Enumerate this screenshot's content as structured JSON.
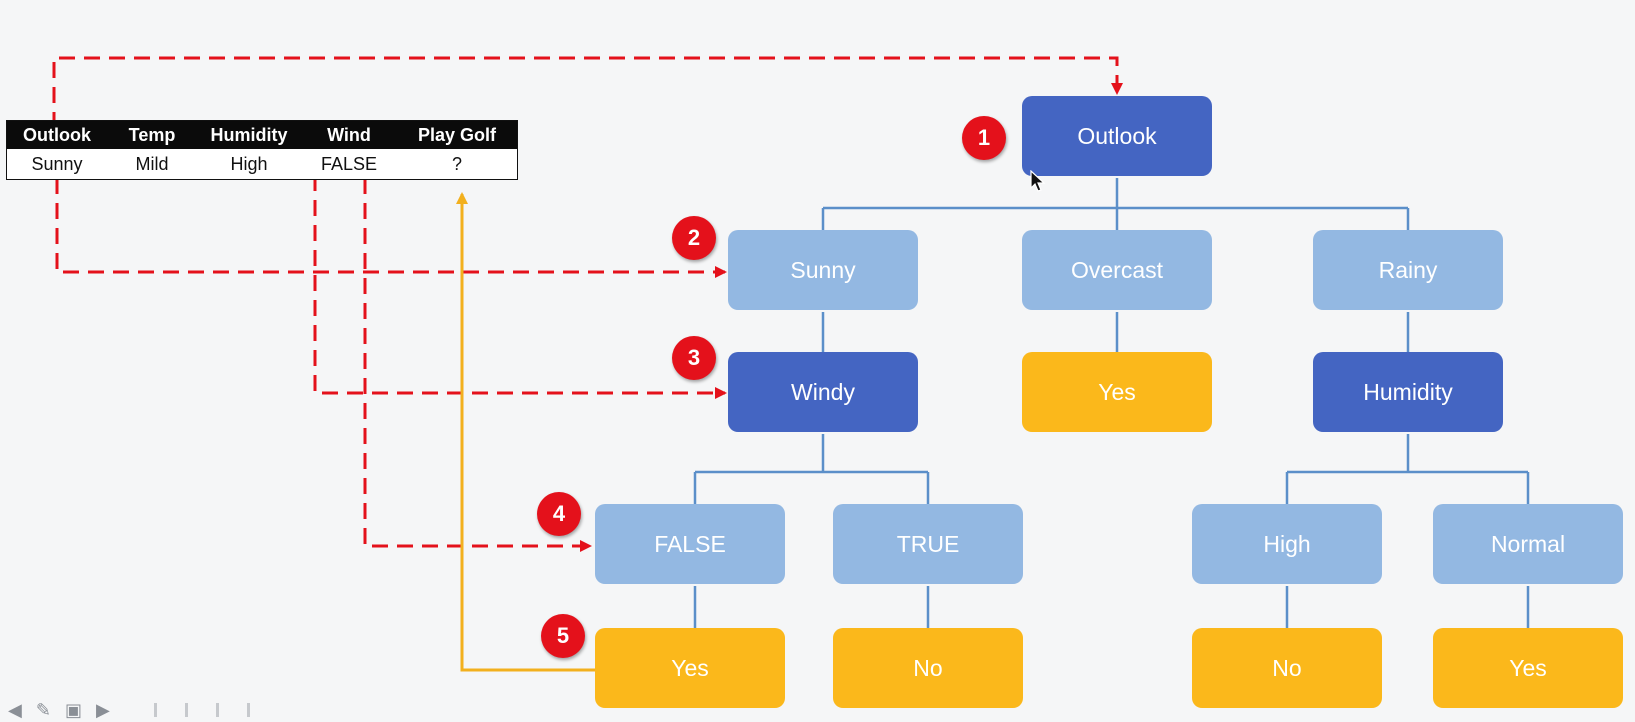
{
  "table": {
    "headers": [
      "Outlook",
      "Temp",
      "Humidity",
      "Wind",
      "Play Golf"
    ],
    "row": [
      "Sunny",
      "Mild",
      "High",
      "FALSE",
      "?"
    ]
  },
  "tree": {
    "root": "Outlook",
    "outlook_values": [
      "Sunny",
      "Overcast",
      "Rainy"
    ],
    "sunny_child": "Windy",
    "overcast_leaf": "Yes",
    "rainy_child": "Humidity",
    "windy_values": [
      "FALSE",
      "TRUE"
    ],
    "windy_leaves": [
      "Yes",
      "No"
    ],
    "humidity_values": [
      "High",
      "Normal"
    ],
    "humidity_leaves": [
      "No",
      "Yes"
    ]
  },
  "steps": [
    "1",
    "2",
    "3",
    "4",
    "5"
  ],
  "colors": {
    "decision_node": "#4465c2",
    "branch_value": "#93b8e2",
    "leaf": "#fbb81b",
    "tree_connector": "#5b8fc9",
    "trace_arrow": "#e4111b",
    "result_arrow": "#f2b01e",
    "step_badge": "#e4111b"
  },
  "icons": [
    "pointer-cursor-icon",
    "prev-icon",
    "pen-icon",
    "slide-icon",
    "next-icon"
  ]
}
